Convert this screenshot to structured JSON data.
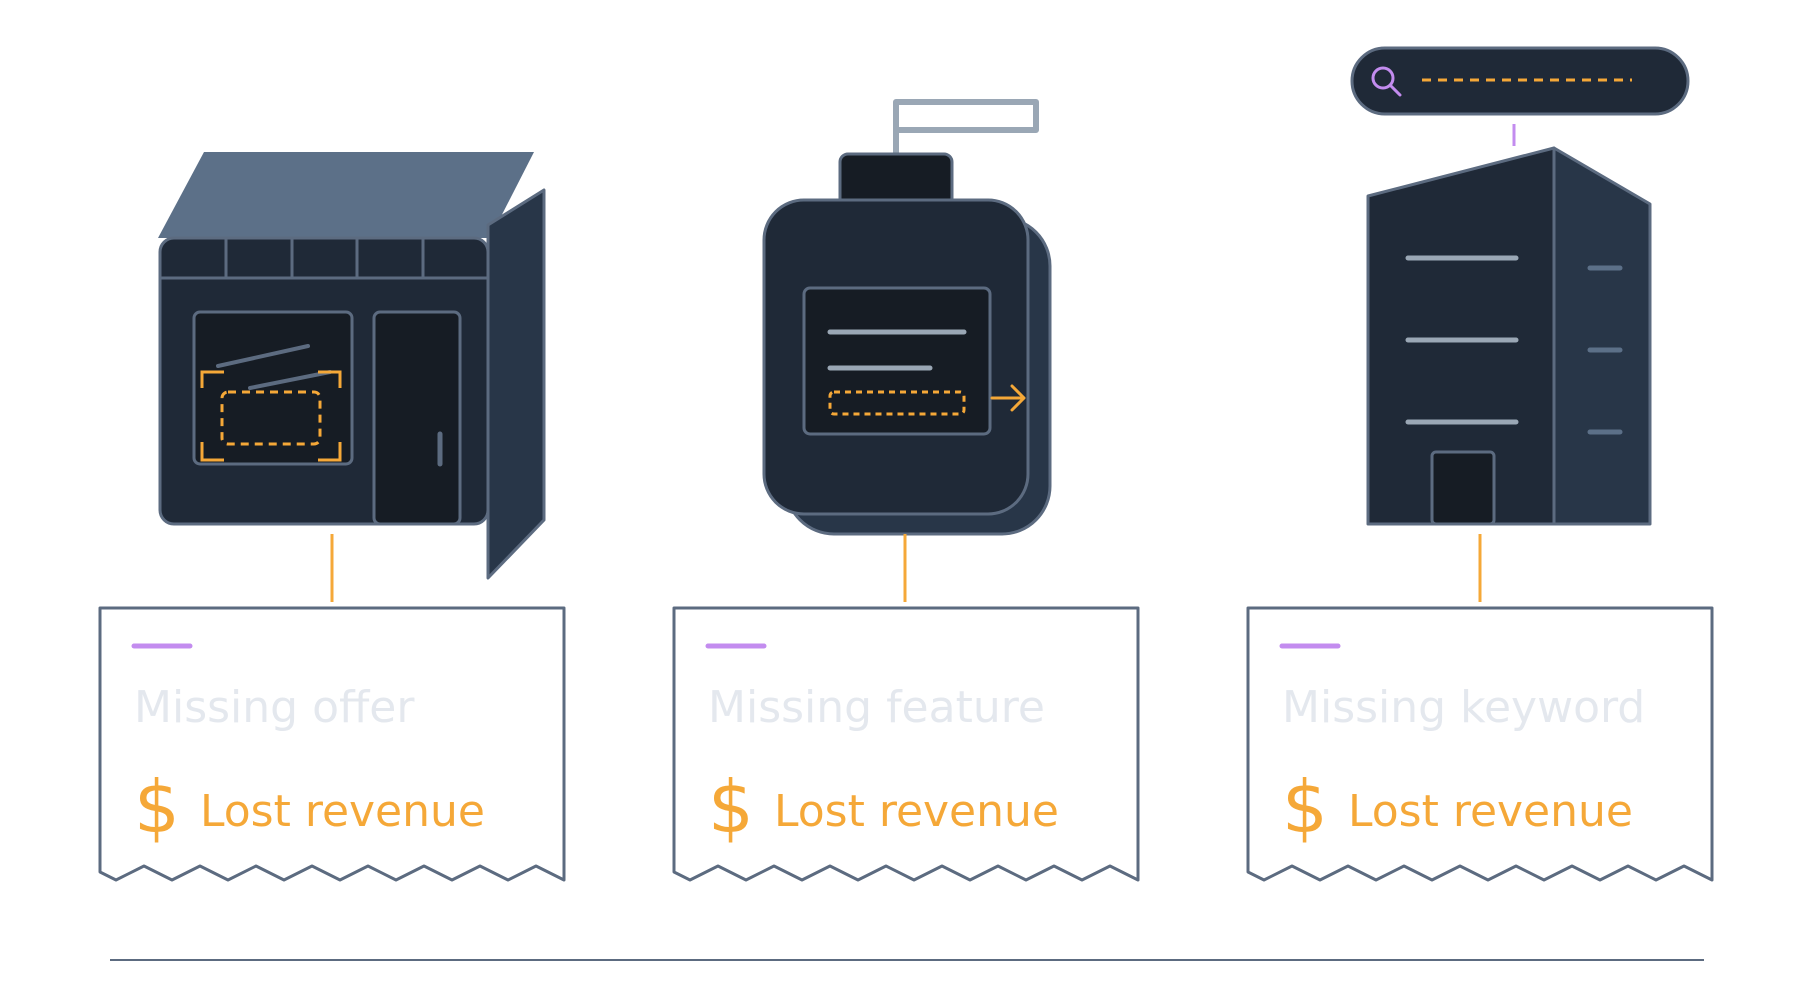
{
  "colors": {
    "background": "#ffffff",
    "navy_dark": "#1f2937",
    "navy_mid": "#283648",
    "navy_deep": "#161c24",
    "slate_roof": "#5c7088",
    "outline": "#5c6b80",
    "light_line": "#9aa7b5",
    "accent_orange": "#f5a838",
    "accent_purple": "#c38cef",
    "title_gray": "#e4e8ee"
  },
  "icons": {
    "store": "storefront-icon",
    "bottle": "dispenser-bottle-icon",
    "building": "office-building-icon",
    "search": "search-icon"
  },
  "cards": [
    {
      "title": "Missing offer",
      "currency": "$",
      "label": "Lost revenue"
    },
    {
      "title": "Missing feature",
      "currency": "$",
      "label": "Lost revenue"
    },
    {
      "title": "Missing keyword",
      "currency": "$",
      "label": "Lost revenue"
    }
  ]
}
